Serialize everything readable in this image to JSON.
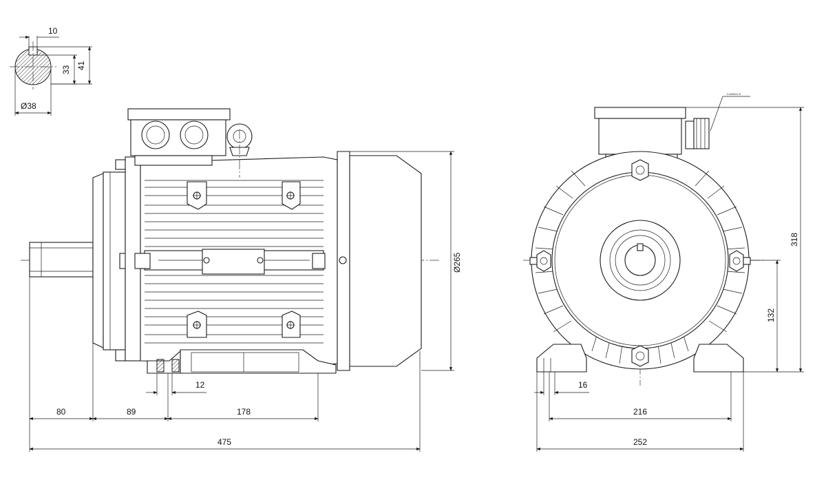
{
  "dimensions": {
    "key_width": "10",
    "shaft_key_height": "33",
    "shaft_height_total": "41",
    "shaft_diameter": "Ø38",
    "shaft_length": "80",
    "shaft_to_foot_hole": "89",
    "foot_hole_spacing": "178",
    "overall_length": "475",
    "foot_slot_width_side": "12",
    "motor_diameter": "Ø265",
    "overall_height": "318",
    "shaft_center_height": "132",
    "foot_hole_diameter": "16",
    "foot_hole_distance_front": "216",
    "foot_width_total": "252",
    "cable_gland_note": "2×M25x1.5"
  },
  "colors": {
    "line": "#1a1a1a",
    "background": "#ffffff"
  }
}
